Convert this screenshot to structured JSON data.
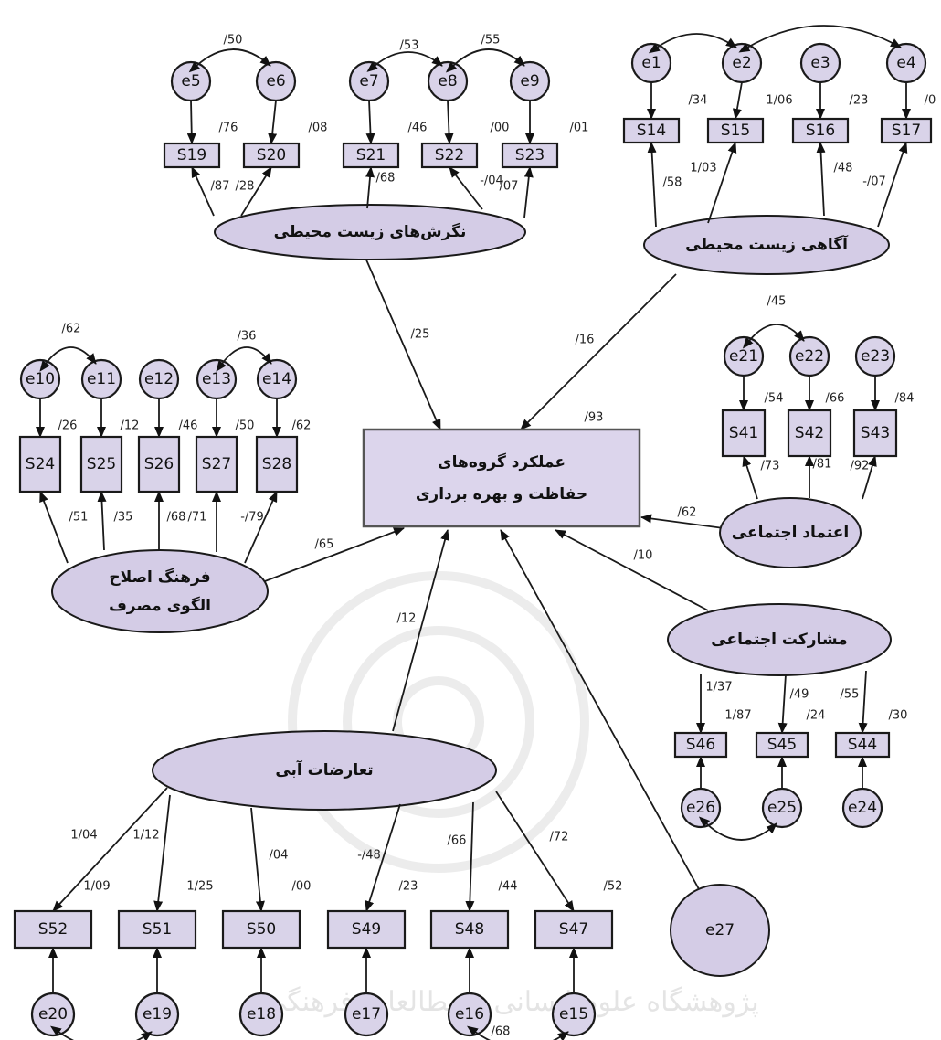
{
  "outcome": {
    "line1": "عملکرد گروه‌های",
    "line2": "حفاظت و بهره برداری",
    "r2": "/93"
  },
  "latents": {
    "attitudes": "نگرش‌های زیست محیطی",
    "awareness": "آگاهی زیست محیطی",
    "culture_line1": "فرهنگ اصلاح",
    "culture_line2": "الگوی مصرف",
    "trust": "اعتماد اجتماعی",
    "participation": "مشارکت اجتماعی",
    "conflicts": "تعارضات آبی"
  },
  "structural": {
    "attitudes": "/25",
    "awareness": "/16",
    "culture": "/65",
    "trust": "/62",
    "participation": "/10",
    "conflicts": "/12"
  },
  "indicators": [
    {
      "id": "S19",
      "err": "e5",
      "r2": "/76",
      "load": "/87"
    },
    {
      "id": "S20",
      "err": "e6",
      "r2": "/08",
      "load": "/28"
    },
    {
      "id": "S21",
      "err": "e7",
      "r2": "/46",
      "load": "/68"
    },
    {
      "id": "S22",
      "err": "e8",
      "r2": "/00",
      "load": "-/04"
    },
    {
      "id": "S23",
      "err": "e9",
      "r2": "/01",
      "load": "/07"
    },
    {
      "id": "S14",
      "err": "e1",
      "r2": "/34",
      "load": "/58"
    },
    {
      "id": "S15",
      "err": "e2",
      "r2": "1/06",
      "load": "1/03"
    },
    {
      "id": "S16",
      "err": "e3",
      "r2": "/23",
      "load": "/48"
    },
    {
      "id": "S17",
      "err": "e4",
      "r2": "/0",
      "load": "-/07"
    },
    {
      "id": "S24",
      "err": "e10",
      "r2": "/26",
      "load": "/51"
    },
    {
      "id": "S25",
      "err": "e11",
      "r2": "/12",
      "load": "/35"
    },
    {
      "id": "S26",
      "err": "e12",
      "r2": "/46",
      "load": "/68"
    },
    {
      "id": "S27",
      "err": "e13",
      "r2": "/50",
      "load": "/71"
    },
    {
      "id": "S28",
      "err": "e14",
      "r2": "/62",
      "load": "-/79"
    },
    {
      "id": "S41",
      "err": "e21",
      "r2": "/54",
      "load": "/73"
    },
    {
      "id": "S42",
      "err": "e22",
      "r2": "/66",
      "load": "/81"
    },
    {
      "id": "S43",
      "err": "e23",
      "r2": "/84",
      "load": "/92"
    },
    {
      "id": "S46",
      "err": "e26",
      "r2": "1/87",
      "load": "1/37"
    },
    {
      "id": "S45",
      "err": "e25",
      "r2": "/24",
      "load": "/49"
    },
    {
      "id": "S44",
      "err": "e24",
      "r2": "/30",
      "load": "/55"
    },
    {
      "id": "S52",
      "err": "e20",
      "r2": "1/09",
      "load": "1/04"
    },
    {
      "id": "S51",
      "err": "e19",
      "r2": "1/25",
      "load": "1/12"
    },
    {
      "id": "S50",
      "err": "e18",
      "r2": "/00",
      "load": "/04"
    },
    {
      "id": "S49",
      "err": "e17",
      "r2": "/23",
      "load": "-/48"
    },
    {
      "id": "S48",
      "err": "e16",
      "r2": "/44",
      "load": "/66"
    },
    {
      "id": "S47",
      "err": "e15",
      "r2": "/52",
      "load": "/72"
    }
  ],
  "covariances": [
    {
      "pair": "e5-e6",
      "value": "/50"
    },
    {
      "pair": "e7-e8",
      "value": "/53"
    },
    {
      "pair": "e8-e9",
      "value": "/55"
    },
    {
      "pair": "e10-e11",
      "value": "/62"
    },
    {
      "pair": "e13-e14",
      "value": "/36"
    },
    {
      "pair": "e21-e22",
      "value": "/45"
    },
    {
      "pair": "e16-e15",
      "value": "/68"
    }
  ],
  "disturbance": "e27",
  "watermark": "پژوهشگاه علوم انسانی و مطالعات فرهنگی"
}
